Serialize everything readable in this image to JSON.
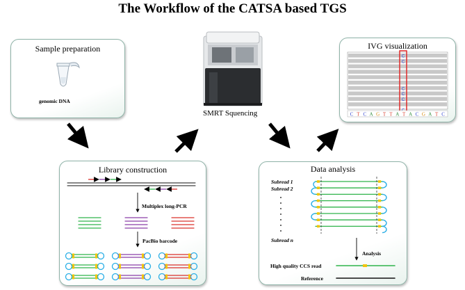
{
  "title": "The Workflow of the CATSA based TGS",
  "sample_prep": {
    "title": "Sample preparation",
    "label": "genomic DNA"
  },
  "sequencer": {
    "label": "SMRT Squencing"
  },
  "ivg": {
    "title": "IVG visualization",
    "highlight_letter": "C",
    "sequence": [
      "C",
      "T",
      "C",
      "A",
      "G",
      "T",
      "T",
      "A",
      "T",
      "A",
      "C",
      "G",
      "A",
      "T",
      "C"
    ]
  },
  "library": {
    "title": "Library construction",
    "step1": "Multiplex long-PCR",
    "step2": "PacBio barcode"
  },
  "analysis": {
    "title": "Data analysis",
    "subread1": "Subread 1",
    "subread2": "Subread 2",
    "subreadn": "Subread n",
    "step": "Analysis",
    "ccs_label": "High quality CCS read",
    "ref_label": "Reference"
  },
  "colors": {
    "box_border": "#8fb3a8",
    "green": "#2eb34a",
    "purple": "#8a3fa8",
    "red": "#d9302b",
    "cyan": "#29aee6",
    "yellow": "#f1c40f",
    "highlight_box": "#e0201f",
    "base_A": "#2e8b3a",
    "base_C": "#2a3fcf",
    "base_G": "#d4880b",
    "base_T": "#d93a2b"
  }
}
